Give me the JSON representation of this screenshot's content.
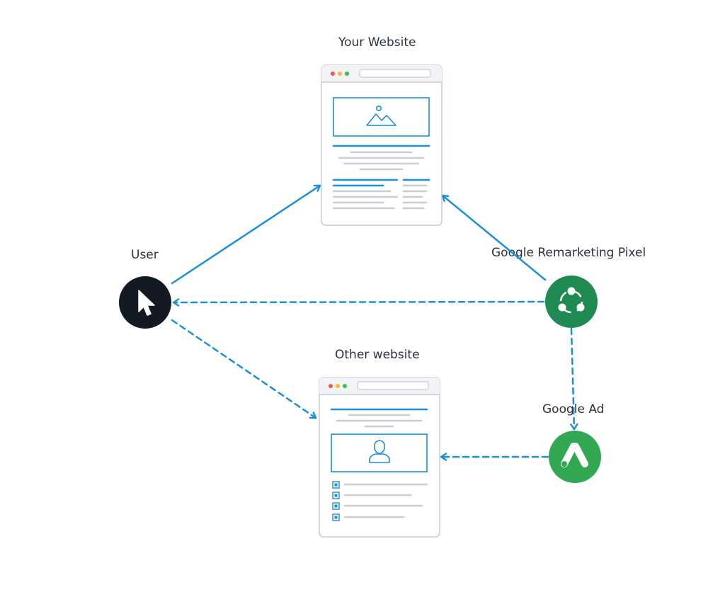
{
  "nodes": {
    "your_website": {
      "label": "Your Website"
    },
    "user": {
      "label": "User"
    },
    "pixel": {
      "label": "Google Remarketing Pixel"
    },
    "other_website": {
      "label": "Other website"
    },
    "google_ad": {
      "label": "Google Ad"
    }
  },
  "edges": [
    {
      "from": "user",
      "to": "your_website",
      "style": "solid"
    },
    {
      "from": "pixel",
      "to": "your_website",
      "style": "solid"
    },
    {
      "from": "pixel",
      "to": "user",
      "style": "dashed"
    },
    {
      "from": "user",
      "to": "other_website",
      "style": "dashed"
    },
    {
      "from": "pixel",
      "to": "google_ad",
      "style": "dashed"
    },
    {
      "from": "google_ad",
      "to": "other_website",
      "style": "dashed"
    }
  ],
  "colors": {
    "accent": "#1a90d9",
    "user_node": "#141a24",
    "pixel_node": "#1f8a52",
    "ad_node": "#33a852",
    "text": "#2b3240",
    "mock_border": "#c7ccd4",
    "mock_line": "#c9cdd4",
    "dot_red": "#ee5a4f",
    "dot_yellow": "#f4bd35",
    "dot_green": "#36c24c"
  },
  "icons": {
    "user": "cursor-icon",
    "pixel": "share-nodes-icon",
    "ad": "google-ads-icon",
    "your_website_image": "mountain-image-icon",
    "other_website_image": "person-avatar-icon"
  }
}
